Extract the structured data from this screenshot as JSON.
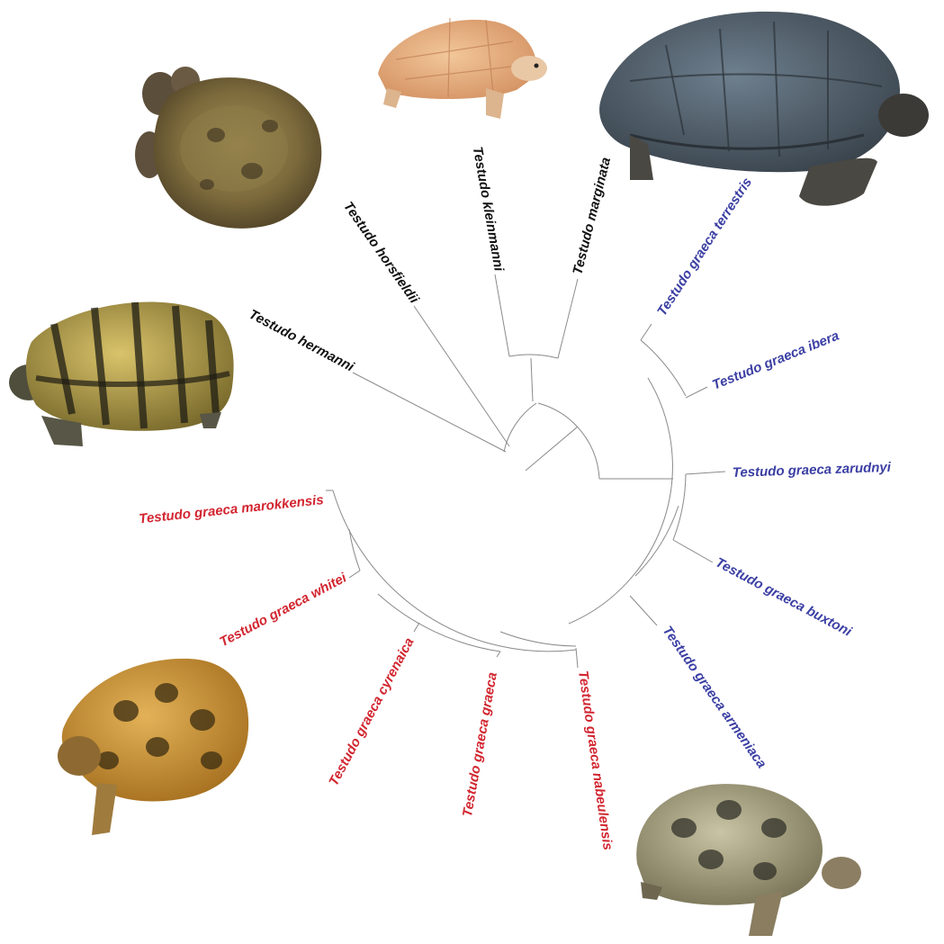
{
  "colors": {
    "outgroup": "#111111",
    "eastern_clade": "#3b3fa3",
    "western_clade": "#d22630",
    "branch": "#8a8a8a"
  },
  "labels": {
    "hermanni": "Testudo hermanni",
    "horsfieldii": "Testudo horsfieldii",
    "kleinmanni": "Testudo kleinmanni",
    "marginata": "Testudo marginata",
    "terrestris": "Testudo graeca terrestris",
    "ibera": "Testudo graeca ibera",
    "zarudnyi": "Testudo graeca zarudnyi",
    "buxtoni": "Testudo graeca buxtoni",
    "armeniaca": "Testudo graeca armeniaca",
    "nabeulensis": "Testudo graeca nabeulensis",
    "graeca": "Testudo graeca graeca",
    "cyrenaica": "Testudo graeca cyrenaica",
    "whitei": "Testudo graeca whitei",
    "marokkensis": "Testudo graeca marokkensis"
  },
  "photos": [
    "horsfieldii-tortoise-photo",
    "kleinmanni-tortoise-photo",
    "marginata-tortoise-photo",
    "hermanni-tortoise-photo",
    "graeca-tortoise-photo",
    "ibera-tortoise-photo"
  ]
}
